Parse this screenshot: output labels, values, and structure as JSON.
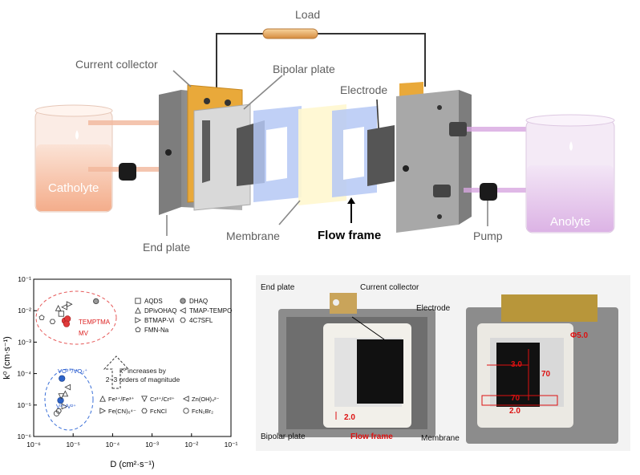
{
  "schematic": {
    "labels": {
      "load": "Load",
      "current_collector": "Current collector",
      "bipolar_plate": "Bipolar plate",
      "electrode": "Electrode",
      "catholyte": "Catholyte",
      "end_plate": "End plate",
      "membrane": "Membrane",
      "flow_frame": "Flow frame",
      "pump": "Pump",
      "anolyte": "Anolyte"
    },
    "colors": {
      "catholyte": "#f4b08f",
      "anolyte": "#dcb6e6",
      "current_collector": "#e9a93a",
      "end_plate": "#9a9a9a",
      "membrane": "#fff7cf",
      "flow_frame": "#b5c8f4",
      "load": "#e6a45a"
    }
  },
  "chart_data": {
    "type": "scatter",
    "xlabel": "D (cm²·s⁻¹)",
    "ylabel": "k⁰ (cm·s⁻¹)",
    "x_scale": "log",
    "y_scale": "log",
    "xlim": [
      1e-06,
      0.1
    ],
    "ylim": [
      1e-06,
      0.1
    ],
    "x_ticks": [
      "10⁻⁶",
      "10⁻⁵",
      "10⁻⁴",
      "10⁻³",
      "10⁻²",
      "10⁻¹"
    ],
    "y_ticks": [
      "10⁻¹",
      "10⁻²",
      "10⁻³",
      "10⁻⁴",
      "10⁻⁵",
      "10⁻⁶"
    ],
    "annotation": "k⁰ increases by 2~3 orders of magnitude",
    "region_labels": {
      "organic": [
        "TEMPTMA",
        "MV"
      ],
      "inorganic": [
        "VO²⁺/VO₂⁺",
        "V³⁺/V²⁺"
      ]
    },
    "series": [
      {
        "name": "AQDS",
        "marker": "square",
        "x": [
          5e-06
        ],
        "y": [
          0.008
        ]
      },
      {
        "name": "DHAQ",
        "marker": "circle-gray",
        "x": [
          3.8e-05
        ],
        "y": [
          0.02
        ]
      },
      {
        "name": "DPivOHAQ",
        "marker": "triangle-up",
        "x": [
          4.2e-06
        ],
        "y": [
          0.012
        ]
      },
      {
        "name": "TMAP-TEMPO",
        "marker": "triangle-left",
        "x": [
          6e-06
        ],
        "y": [
          0.013
        ]
      },
      {
        "name": "BTMAP-Vi",
        "marker": "triangle-right",
        "x": [
          8e-06
        ],
        "y": [
          0.016
        ]
      },
      {
        "name": "4C7SFL",
        "marker": "hexagon",
        "x": [
          3e-06
        ],
        "y": [
          0.0045
        ]
      },
      {
        "name": "FMN-Na",
        "marker": "pentagon",
        "x": [
          1.6e-06
        ],
        "y": [
          0.006
        ]
      },
      {
        "name": "TEMPTMA",
        "marker": "sphere-red",
        "x": [
          6.2e-06,
          7.2e-06
        ],
        "y": [
          0.0048,
          0.0055
        ]
      },
      {
        "name": "MV",
        "marker": "sphere-red",
        "x": [
          6.8e-06
        ],
        "y": [
          0.0038
        ]
      },
      {
        "name": "VO²⁺/VO₂⁺",
        "marker": "sphere-blue",
        "x": [
          5.2e-06
        ],
        "y": [
          7e-05
        ]
      },
      {
        "name": "V³⁺/V²⁺",
        "marker": "sphere-blue",
        "x": [
          4.8e-06
        ],
        "y": [
          1.4e-05
        ]
      },
      {
        "name": "Fe²⁺/Fe³⁺",
        "marker": "triangle-up",
        "x": [
          6.3e-06
        ],
        "y": [
          2.3e-05
        ]
      },
      {
        "name": "Cr³⁺/Cr²⁺",
        "marker": "triangle-down",
        "x": [
          5e-06
        ],
        "y": [
          1.9e-05
        ]
      },
      {
        "name": "Zn(OH)₄²⁻",
        "marker": "triangle-left",
        "x": [
          7.3e-06
        ],
        "y": [
          3.7e-05
        ]
      },
      {
        "name": "Fe(CN)₆⁴⁻",
        "marker": "triangle-right",
        "x": [
          6e-06
        ],
        "y": [
          9e-06
        ]
      },
      {
        "name": "FcNCl",
        "marker": "hexagon",
        "x": [
          4.3e-06
        ],
        "y": [
          6.5e-06
        ]
      },
      {
        "name": "FcN₂Br₂",
        "marker": "circle-open",
        "x": [
          3.8e-06
        ],
        "y": [
          5.4e-06
        ]
      }
    ],
    "legend_top": [
      {
        "text": "AQDS",
        "marker": "square"
      },
      {
        "text": "DHAQ",
        "marker": "circle-gray"
      },
      {
        "text": "DPivOHAQ",
        "marker": "triangle-up"
      },
      {
        "text": "TMAP-TEMPO",
        "marker": "triangle-left"
      },
      {
        "text": "BTMAP-Vi",
        "marker": "triangle-right"
      },
      {
        "text": "4C7SFL",
        "marker": "hexagon"
      },
      {
        "text": "FMN-Na",
        "marker": "pentagon"
      }
    ],
    "legend_bottom": [
      {
        "text": "Fe²⁺/Fe³⁺",
        "marker": "triangle-up"
      },
      {
        "text": "Cr³⁺/Cr²⁺",
        "marker": "triangle-down"
      },
      {
        "text": "Zn(OH)₄²⁻",
        "marker": "triangle-left"
      },
      {
        "text": "Fe(CN)₆⁴⁻",
        "marker": "triangle-right"
      },
      {
        "text": "FcNCl",
        "marker": "hexagon"
      },
      {
        "text": "FcN₂Br₂",
        "marker": "circle-open"
      }
    ]
  },
  "photo": {
    "labels": {
      "end_plate": "End plate",
      "current_collector": "Current collector",
      "electrode": "Electrode",
      "bipolar_plate": "Bipolar plate",
      "flow_frame": "Flow frame",
      "membrane": "Membrane"
    },
    "dimensions": {
      "phi": "Φ5.0",
      "gap1": "2.0",
      "gap2": "3.0",
      "gap3": "2.0",
      "height": "70",
      "width": "70"
    }
  }
}
